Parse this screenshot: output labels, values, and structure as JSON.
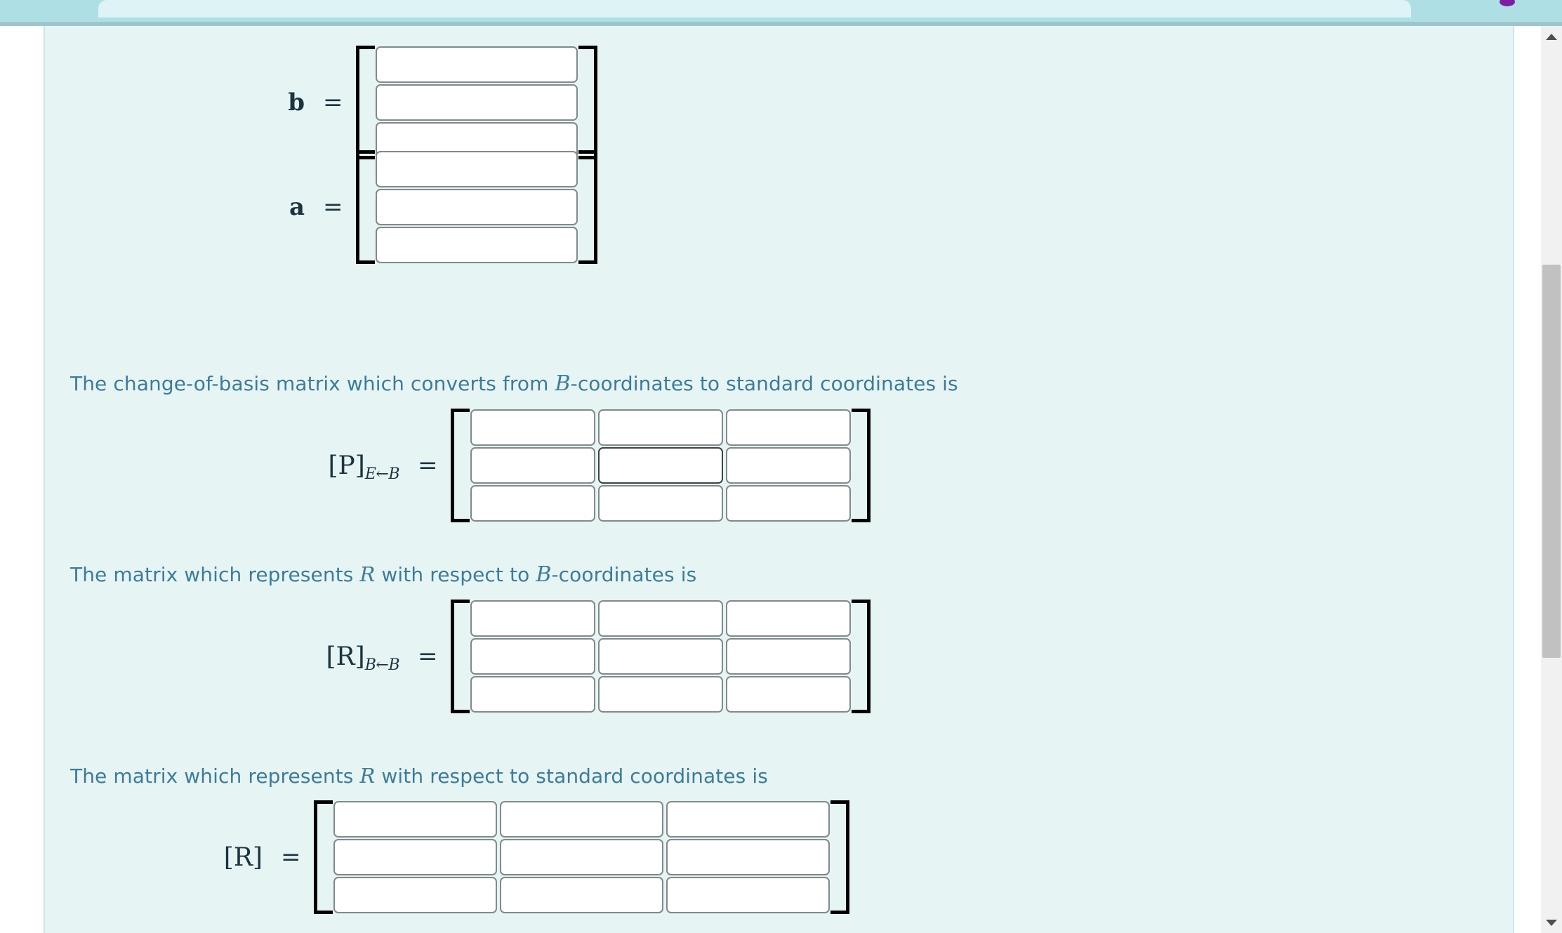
{
  "window": {
    "chrome": {
      "tab_strip": "browser-tab-strip",
      "toolbar_dot": "purple-extension-dot"
    }
  },
  "quiz": {
    "vectors": [
      {
        "name": "vector-b",
        "label": "b",
        "equals": "=",
        "rows": 3,
        "values": [
          "",
          "",
          ""
        ],
        "clipped_above": true
      },
      {
        "name": "vector-a",
        "label": "a",
        "equals": "=",
        "rows": 3,
        "values": [
          "",
          "",
          ""
        ]
      }
    ],
    "sections": [
      {
        "name": "change-of-basis-section",
        "prose_before": "The change-of-basis matrix which converts from ",
        "prose_math": "B",
        "prose_after": "-coordinates to standard coordinates is",
        "matrix": {
          "name": "matrix-P-E-from-B",
          "label_main": "[P]",
          "label_sub": "E←B",
          "equals": "=",
          "rows": 3,
          "cols": 3,
          "values": [
            [
              "",
              "",
              ""
            ],
            [
              "",
              "",
              ""
            ],
            [
              "",
              "",
              ""
            ]
          ],
          "focused_cell": [
            1,
            1
          ]
        }
      },
      {
        "name": "R-in-B-coordinates-section",
        "prose_before": "The matrix which represents ",
        "prose_math": "R",
        "prose_after": " with respect to ",
        "prose_math2": "B",
        "prose_after2": "-coordinates is",
        "matrix": {
          "name": "matrix-R-B-from-B",
          "label_main": "[R]",
          "label_sub": "B←B",
          "equals": "=",
          "rows": 3,
          "cols": 3,
          "values": [
            [
              "",
              "",
              ""
            ],
            [
              "",
              "",
              ""
            ],
            [
              "",
              "",
              ""
            ]
          ]
        }
      },
      {
        "name": "R-in-standard-coordinates-section",
        "prose_before": "The matrix which represents ",
        "prose_math": "R",
        "prose_after": " with respect to standard coordinates is",
        "matrix": {
          "name": "matrix-R-standard",
          "label_main": "[R]",
          "label_sub": "",
          "equals": "=",
          "rows": 3,
          "cols": 3,
          "values": [
            [
              "",
              "",
              ""
            ],
            [
              "",
              "",
              ""
            ],
            [
              "",
              "",
              ""
            ]
          ]
        }
      }
    ]
  },
  "scrollbar": {
    "up_arrow": "scroll-up-arrow",
    "down_arrow": "scroll-down-arrow",
    "thumb": "scroll-thumb"
  },
  "colors": {
    "panel_bg": "#e7f4f4",
    "prose": "#3d7c99",
    "math": "#1a3540",
    "chrome": "#aedfe4",
    "input_border": "#808a8c",
    "scroll_thumb": "#c1c1c1"
  }
}
